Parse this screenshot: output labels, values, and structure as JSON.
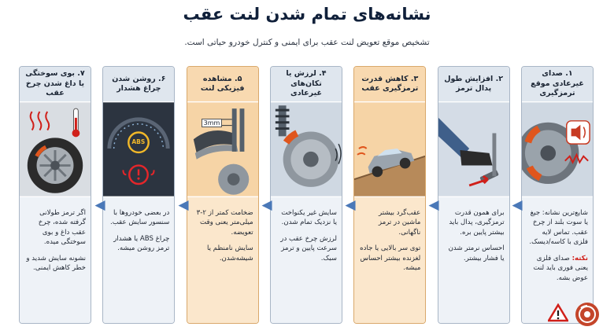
{
  "header": {
    "title": "نشانه‌های تمام شدن لنت عقب",
    "subtitle": "تشخیص موقع تعویض لنت عقب برای ایمنی و کنترل خودرو حیاتی است."
  },
  "panels": [
    {
      "title": "۱. صدای غیرعادی موقع ترمزگیری",
      "texts": [
        "شایع‌ترین نشانه: جیغ یا سوت بلند از چرخ عقب. تماس لایه فلزی با کاسه/دیسک."
      ],
      "note_label": "نکته:",
      "note_text": " صدای فلزی یعنی فوری باید لنت عوض بشه."
    },
    {
      "title": "۲. افزایش طول پدال ترمز",
      "texts": [
        "برای همون قدرت ترمزگیری، پدال باید بیشتر پایین بره.",
        "احساس نرمتر شدن یا فشار بیشتر."
      ]
    },
    {
      "title": "۳. کاهش قدرت ترمزگیری عقب",
      "texts": [
        "عقب‌گرد بیشتر ماشین در ترمز ناگهانی.",
        "توی سر بالایی یا جاده لغزنده بیشتر احساس میشه."
      ]
    },
    {
      "title": "۴. لرزش یا تکان‌های غیرعادی",
      "texts": [
        "سایش غیر یکنواخت یا نزدیک تمام شدن.",
        "لرزش چرخ عقب در سرعت پایین و ترمز سبک."
      ]
    },
    {
      "title": "۵. مشاهده فیزیکی لنت",
      "texts": [
        "ضخامت کمتر از ۲-۳ میلی‌متر یعنی وقت تعویضه.",
        "سایش نامنظم یا شیشه‌شدن."
      ],
      "image_label": "3mm"
    },
    {
      "title": "۶. روشن شدن چراغ هشدار",
      "texts": [
        "در بعضی خودروها با سنسور سایش عقب.",
        "چراغ ABS یا هشدار ترمز روشن میشه."
      ],
      "image_label": "ABS"
    },
    {
      "title": "۷. بوی سوختگی یا داغ شدن چرخ عقب",
      "texts": [
        "اگر ترمز طولانی گرفته شده، چرخ عقب داغ و بوی سوختگی میده.",
        "نشونه سایش شدید و خطر کاهش ایمنی."
      ]
    }
  ],
  "colors": {
    "blue_header": "#dfe6ee",
    "orange_header": "#f8d9b0",
    "arrow": "#4a78b8",
    "warning_red": "#d0201a"
  }
}
